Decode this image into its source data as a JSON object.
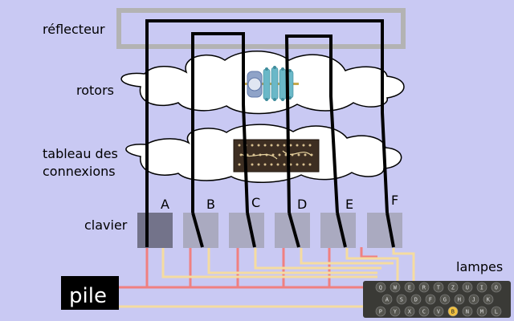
{
  "labels": {
    "reflector": "réflecteur",
    "rotors": "rotors",
    "plugboard_line1": "tableau des",
    "plugboard_line2": "connexions",
    "keyboard": "clavier",
    "lamps": "lampes",
    "battery": "pile"
  },
  "keys": [
    "A",
    "B",
    "C",
    "D",
    "E",
    "F"
  ],
  "lamp_rows": [
    [
      "Q",
      "W",
      "E",
      "R",
      "T",
      "Z",
      "U",
      "I",
      "O"
    ],
    [
      "A",
      "S",
      "D",
      "F",
      "G",
      "H",
      "J",
      "K"
    ],
    [
      "P",
      "Y",
      "X",
      "C",
      "V",
      "B",
      "N",
      "M",
      "L"
    ]
  ],
  "lit_lamp": "B",
  "colors": {
    "background": "#c9c9f3",
    "reflector": "#b3b3b3",
    "wire": "#000000",
    "red_wire": "#f08080",
    "yellow_wire": "#f5dca0",
    "key_body": "#aaaac0",
    "key_pressed": "#73738a",
    "battery": "#000000",
    "lamp_panel": "#3a3a36",
    "lit_lamp": "#f0c040"
  },
  "icons": {
    "rotor": "rotor-stack-icon",
    "plugboard": "plugboard-panel-icon"
  }
}
